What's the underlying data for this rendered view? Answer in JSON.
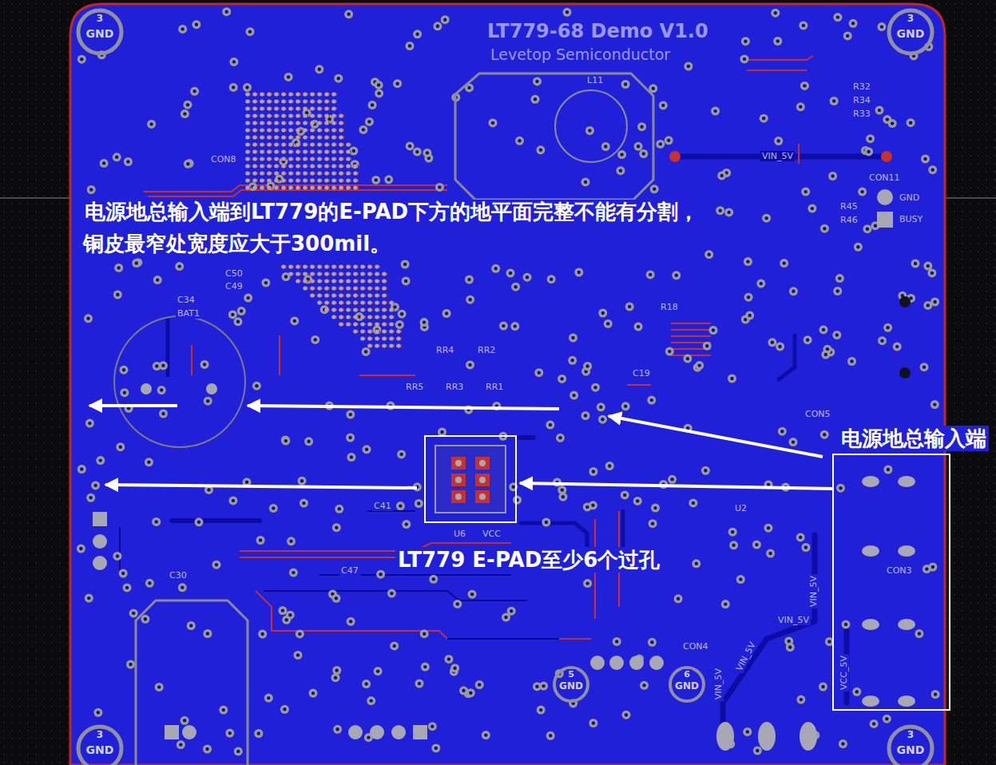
{
  "diagram": {
    "nodes": [
      {
        "text": [
          "电源地总输入端"
        ]
      },
      {
        "text": [
          "LT779 E-PAD至少6个过孔"
        ]
      }
    ],
    "edges": [
      {
        "from": 0,
        "to": 1,
        "arrow": "to"
      }
    ],
    "labels": [
      "电源地总输入端到LT779的E-PAD下方的地平面完整不能有分割， 铜皮最窄处宽度应大于300mil。",
      "LT779-68 Demo V1.0",
      "Levetop Semiconductor",
      "3",
      "GND",
      "3",
      "GND",
      "3",
      "GND",
      "3",
      "GND",
      "5",
      "GND",
      "6",
      "GND",
      "VIN_5V",
      "VIN_5V",
      "VIN_5V",
      "VIN_5V",
      "VCC_5V",
      "VIN_5V",
      "CON11",
      "GND",
      "BUSY",
      "R32",
      "R34",
      "R33",
      "R45",
      "R46",
      "RR4",
      "RR2",
      "RR5",
      "RR3",
      "RR1",
      "U6",
      "VCC",
      "CON8",
      "BAT1",
      "CON3",
      "CON4",
      "CON5",
      "U2",
      "L11",
      "R18",
      "C19",
      "C41",
      "C47",
      "C30",
      "C50",
      "C49",
      "C34"
    ]
  }
}
